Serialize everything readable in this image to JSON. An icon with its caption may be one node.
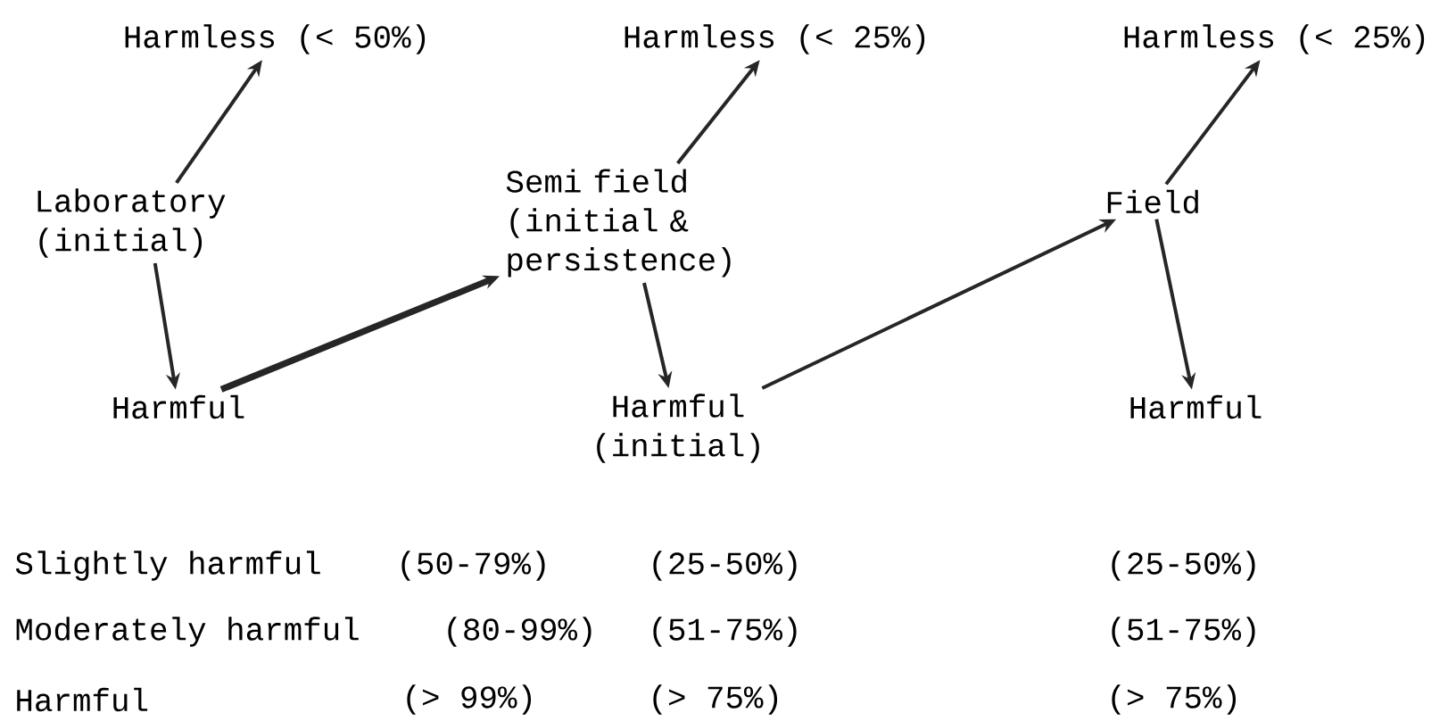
{
  "diagram": {
    "nodes": [
      {
        "text": [
          "Harmless (< 50%)"
        ]
      },
      {
        "text": [
          "Harmless (< 25%)"
        ]
      },
      {
        "text": [
          "Harmless (< 25%)"
        ]
      },
      {
        "text": [
          "Laboratory (initial)"
        ]
      },
      {
        "text": [
          "Semi field (initial & persistence)"
        ]
      },
      {
        "text": [
          "Field"
        ]
      },
      {
        "text": [
          "Harmful"
        ]
      },
      {
        "text": [
          "Harmful (initial)"
        ]
      },
      {
        "text": [
          "Harmful"
        ]
      }
    ],
    "edges": [
      {
        "from": 3,
        "to": 0,
        "arrow": "to"
      },
      {
        "from": 3,
        "to": 6,
        "arrow": "to"
      },
      {
        "from": 6,
        "to": 4,
        "arrow": "to",
        "style": "thick"
      },
      {
        "from": 4,
        "to": 1,
        "arrow": "to"
      },
      {
        "from": 4,
        "to": 7,
        "arrow": "to"
      },
      {
        "from": 7,
        "to": 5,
        "arrow": "to"
      },
      {
        "from": 5,
        "to": 2,
        "arrow": "to"
      },
      {
        "from": 5,
        "to": 8,
        "arrow": "to"
      }
    ],
    "labels": [
      "Slightly harmful",
      "(50-79%)",
      "(25-50%)",
      "(25-50%)",
      "Moderately harmful",
      "(80-99%)",
      "(51-75%)",
      "(51-75%)",
      "Harmful",
      "(> 99%)",
      "(> 75%)",
      "(> 75%)"
    ]
  }
}
